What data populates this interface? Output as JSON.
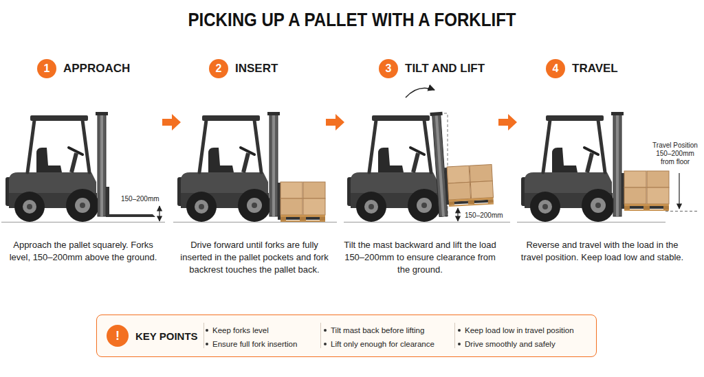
{
  "diagram": {
    "title": "PICKING UP A PALLET WITH A FORKLIFT",
    "nodes": [
      {
        "text": [
          "1"
        ]
      },
      {
        "text": [
          "2"
        ]
      },
      {
        "text": [
          "3"
        ]
      },
      {
        "text": [
          "4"
        ]
      },
      {
        "text": [
          "KEY POINTS",
          "Keep forks level",
          "Ensure full fork insertion",
          "Tilt mast back before lifting",
          "Lift only enough for clearance",
          "Keep load low in travel position",
          "Drive smoothly and safely"
        ]
      },
      {
        "text": [
          "!"
        ],
        "in": 4
      }
    ],
    "labels": [
      "APPROACH",
      "INSERT",
      "TILT AND LIFT",
      "TRAVEL",
      "150–200mm",
      "Approach the pallet squarely. Forks level, 150–200mm above the ground.",
      "Drive forward until forks are fully inserted in the pallet pockets and fork backrest touches the pallet back.",
      "150–200mm",
      "Tilt the mast backward and lift the load 150–200mm to ensure clearance from the ground.",
      "Travel Position 150–200mm from floor",
      "Reverse and travel with the load in the travel position. Keep load low and stable."
    ]
  }
}
